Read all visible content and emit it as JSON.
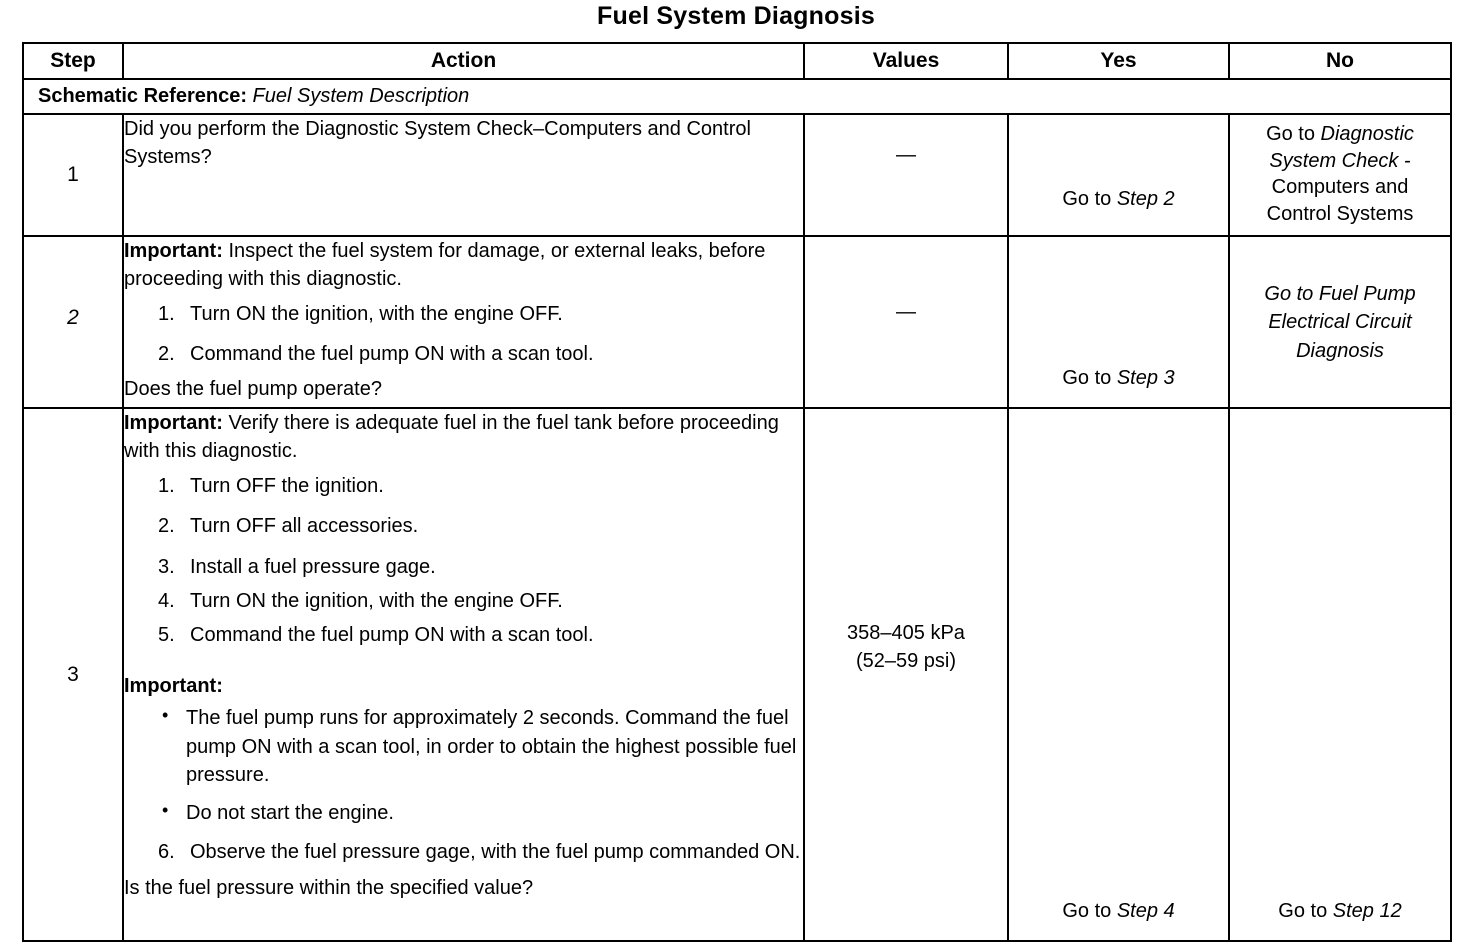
{
  "document": {
    "title": "Fuel System Diagnosis"
  },
  "table": {
    "columns": [
      {
        "key": "step",
        "label": "Step"
      },
      {
        "key": "action",
        "label": "Action"
      },
      {
        "key": "values",
        "label": "Values"
      },
      {
        "key": "yes",
        "label": "Yes"
      },
      {
        "key": "no",
        "label": "No"
      }
    ],
    "schematic_reference": {
      "label": "Schematic Reference:",
      "value": "Fuel System Description"
    },
    "rows": [
      {
        "step": "1",
        "action": {
          "lead": "Did you perform the Diagnostic System Check–Computers and Control Systems?"
        },
        "values": "—",
        "yes": {
          "prefix": "Go to ",
          "link": "Step 2"
        },
        "no": {
          "prefix": "Go to ",
          "link": "Diagnostic System Check -",
          "suffix_line1": "Computers and",
          "suffix_line2": "Control Systems"
        }
      },
      {
        "step": "2",
        "action": {
          "important_label": "Important:",
          "important_text": " Inspect the fuel system for damage, or external leaks, before proceeding with this diagnostic.",
          "steps": [
            {
              "marker": "1.",
              "text": "Turn ON the ignition, with the engine OFF."
            },
            {
              "marker": "2.",
              "text": "Command the fuel pump ON with a scan tool."
            }
          ],
          "question": "Does the fuel pump operate?"
        },
        "values": "—",
        "yes": {
          "prefix": "Go to ",
          "link": "Step 3"
        },
        "no": {
          "prefix": "Go to ",
          "link": "Fuel Pump Electrical Circuit Diagnosis"
        }
      },
      {
        "step": "3",
        "action": {
          "important_label": "Important:",
          "important_text": " Verify there is adequate fuel in the fuel tank before proceeding with this diagnostic.",
          "steps": [
            {
              "marker": "1.",
              "text": "Turn OFF the ignition."
            },
            {
              "marker": "2.",
              "text": "Turn OFF all accessories."
            },
            {
              "marker": "3.",
              "text": "Install a fuel pressure gage."
            },
            {
              "marker": "4.",
              "text": "Turn ON the ignition, with the engine OFF."
            },
            {
              "marker": "5.",
              "text": "Command the fuel pump ON with a scan tool."
            }
          ],
          "important2_label": "Important:",
          "bullets": [
            {
              "marker": "•",
              "text": "The fuel pump runs for approximately 2 seconds. Command the fuel pump ON with a scan tool, in order to obtain the highest possible fuel pressure."
            },
            {
              "marker": "•",
              "text": "Do not start the engine."
            }
          ],
          "steps2": [
            {
              "marker": "6.",
              "text": "Observe the fuel pressure gage, with the fuel pump commanded ON."
            }
          ],
          "question": "Is the fuel pressure within the specified value?"
        },
        "values_line1": "358–405 kPa",
        "values_line2": "(52–59 psi)",
        "yes": {
          "prefix": "Go to ",
          "link": "Step 4"
        },
        "no": {
          "prefix": "Go to ",
          "link": "Step 12"
        }
      }
    ]
  }
}
